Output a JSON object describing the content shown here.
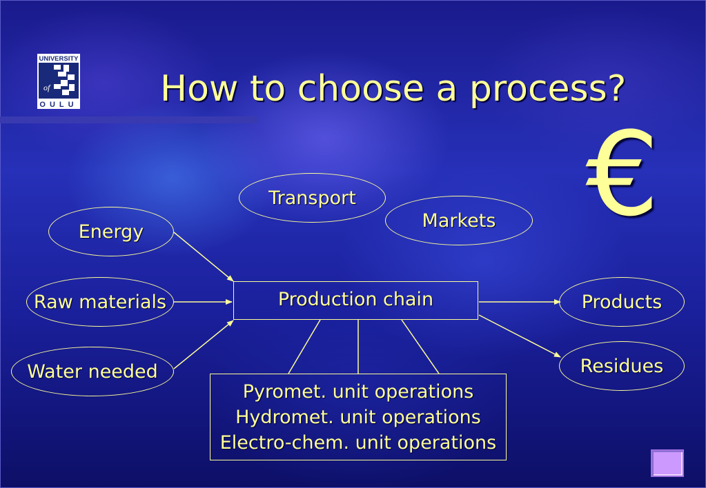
{
  "slide": {
    "title": "How to choose a process?",
    "symbol": "€",
    "colors": {
      "text": "#ffff99",
      "background": "#1f28a8",
      "accent_bar": "#3a3ab0",
      "nav_button": "#cc99ff"
    }
  },
  "logo": {
    "text_top": "UNIVERSITY",
    "text_mid": "of",
    "text_bottom": "OULU"
  },
  "diagram": {
    "inputs": [
      {
        "label": "Energy"
      },
      {
        "label": "Raw materials"
      },
      {
        "label": "Water needed"
      }
    ],
    "context": [
      {
        "label": "Transport"
      },
      {
        "label": "Markets"
      }
    ],
    "center": {
      "label": "Production chain"
    },
    "outputs": [
      {
        "label": "Products"
      },
      {
        "label": "Residues"
      }
    ],
    "operations": [
      "Pyromet. unit operations",
      "Hydromet. unit operations",
      "Electro-chem. unit operations"
    ]
  },
  "navigation": {
    "icon": "nav-square-icon"
  }
}
